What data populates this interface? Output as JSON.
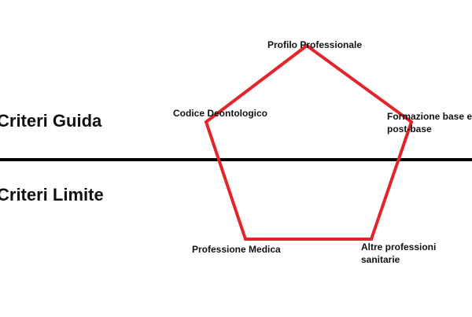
{
  "regions": {
    "upper": "Criteri Guida",
    "lower": "Criteri Limite"
  },
  "nodes": {
    "top": "Profilo Professionale",
    "upper_left": "Codice Deontologico",
    "upper_right_line1": "Formazione base e",
    "upper_right_line2": "post-base",
    "lower_left": "Professione Medica",
    "lower_right_line1": "Altre professioni",
    "lower_right_line2": "sanitarie"
  },
  "colors": {
    "pentagon_stroke": "#e3252b",
    "divider": "#000000",
    "text": "#111111"
  }
}
